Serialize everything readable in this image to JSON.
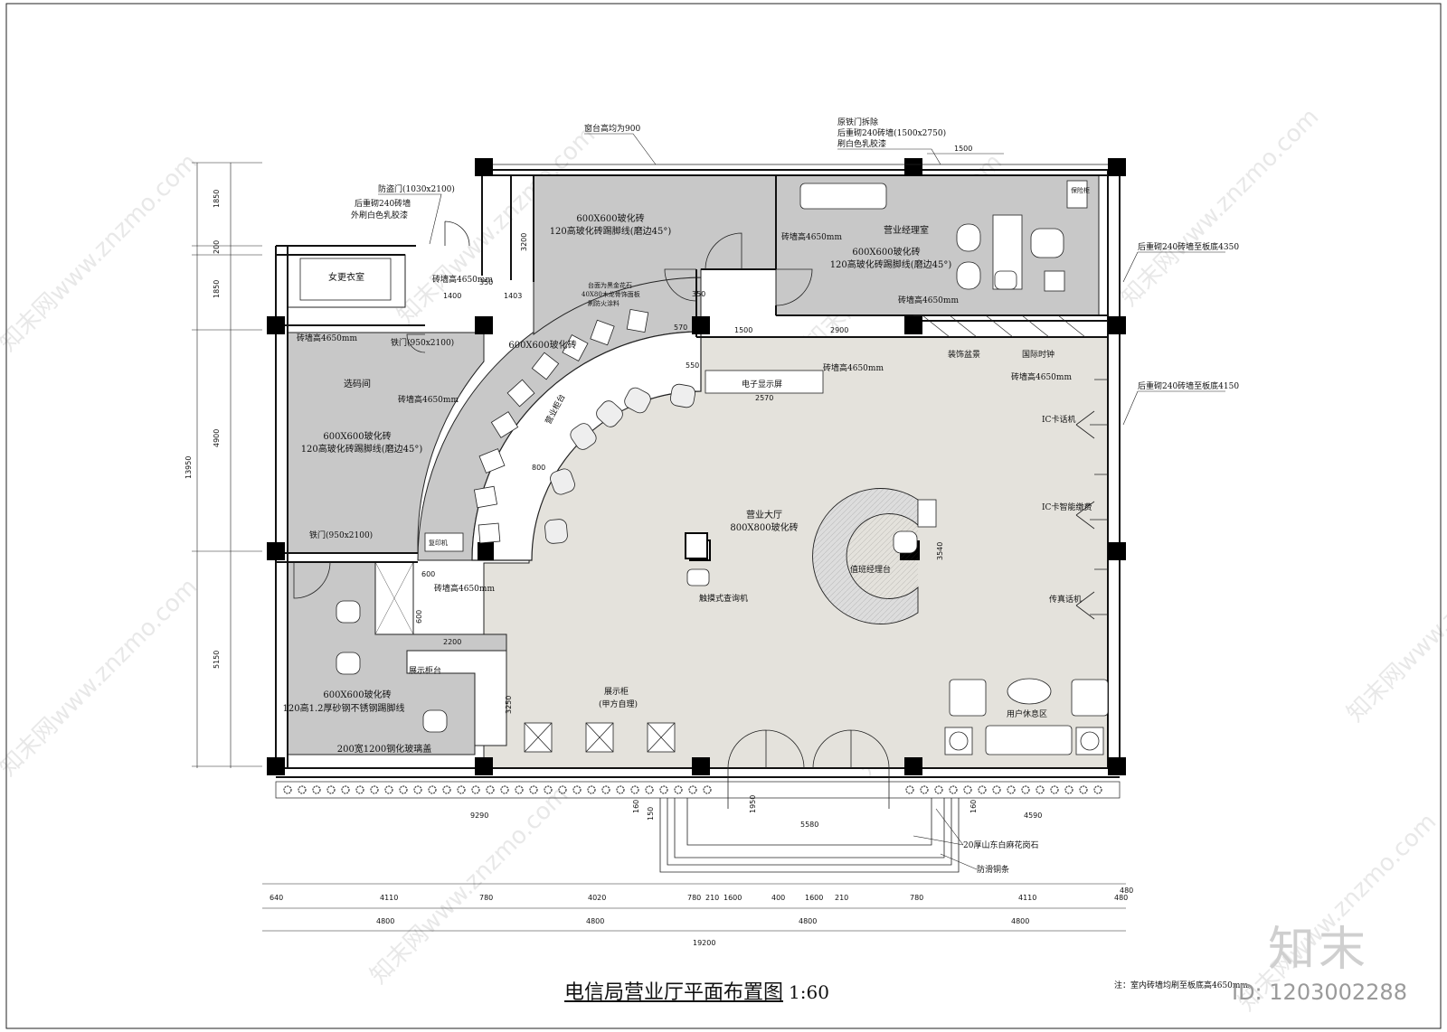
{
  "drawing": {
    "title": "电信局营业厅平面布置图",
    "scale": "1:60",
    "note": "注：室内砖墙均刷至板底高4650mm。",
    "brand": "知末",
    "image_id": "ID: 1203002288",
    "watermark": "知末网www.znzmo.com"
  },
  "rooms": {
    "female_locker": "女更衣室",
    "machine_room": "选码间",
    "manager_office": "营业经理室",
    "business_hall": "营业大厅",
    "hall_floor": "800X800玻化砖",
    "tile_600": "600X600玻化砖",
    "skirting_45": "120高玻化砖踢脚线(磨边45°)",
    "skirting_steel": "120高1.2厚砂钢不锈钢踢脚线",
    "grate": "200宽1200钢化玻璃盖"
  },
  "annotations": {
    "sill": "窗台高均为900",
    "iron_door_remove": "原铁门拆除",
    "rebuild_wall": "后重砌240砖墙(1500x2750)",
    "paint_latex": "刷白色乳胶漆",
    "security_door": "防盗门(1030x2100)",
    "rebuild_wall2": "后重砌240砖墙",
    "outer_paint": "外刷白色乳胶漆",
    "brick_4650": "砖墙高4650mm",
    "iron_door_1": "铁门(950x2100)",
    "iron_door_2": "铁门(950x2100)",
    "wall_to_slab_4350": "后重砌240砖墙至板底4350",
    "wall_to_slab_4150": "后重砌240砖墙至板底4150",
    "counter_top": "台面为黑金花石",
    "counter_under": "40X80木龙骨饰面板",
    "counter_face": "刷防火涂料",
    "deco_plant": "装饰盆景",
    "clock": "国际时钟",
    "screen": "电子显示屏",
    "counter": "营业柜台",
    "card_phone": "IC卡话机",
    "card_phone_cash": "IC卡智能缴费",
    "fax": "传真话机",
    "duty_desk": "值班经理台",
    "kiosk": "触摸式查询机",
    "showcase_counter": "展示柜台",
    "showcase_stand": "展示柜",
    "showcase_sub": "(甲方自理)",
    "lounge": "用户休息区",
    "granite": "20厚山东白麻花岗石",
    "nonslip": "防滑铜条",
    "safe": "保险柜",
    "atm": "复印机"
  },
  "dims": {
    "left": [
      "1850",
      "200",
      "1850",
      "4900",
      "5150"
    ],
    "left_total": "13950",
    "top": [
      "1500"
    ],
    "bottom_row1": [
      "640",
      "4110",
      "780",
      "4020",
      "780",
      "210",
      "1600",
      "400",
      "1600",
      "210",
      "780",
      "4110",
      "480"
    ],
    "bottom_row2": [
      "4800",
      "4800",
      "4800",
      "4800"
    ],
    "bottom_total": "19200",
    "misc": [
      "1403",
      "1400",
      "350",
      "570",
      "550",
      "350",
      "600",
      "2570",
      "1500",
      "2900",
      "3200",
      "800",
      "3540",
      "2200",
      "600",
      "3250",
      "9290",
      "5580",
      "4590",
      "1950",
      "160",
      "160",
      "480",
      "150"
    ]
  }
}
